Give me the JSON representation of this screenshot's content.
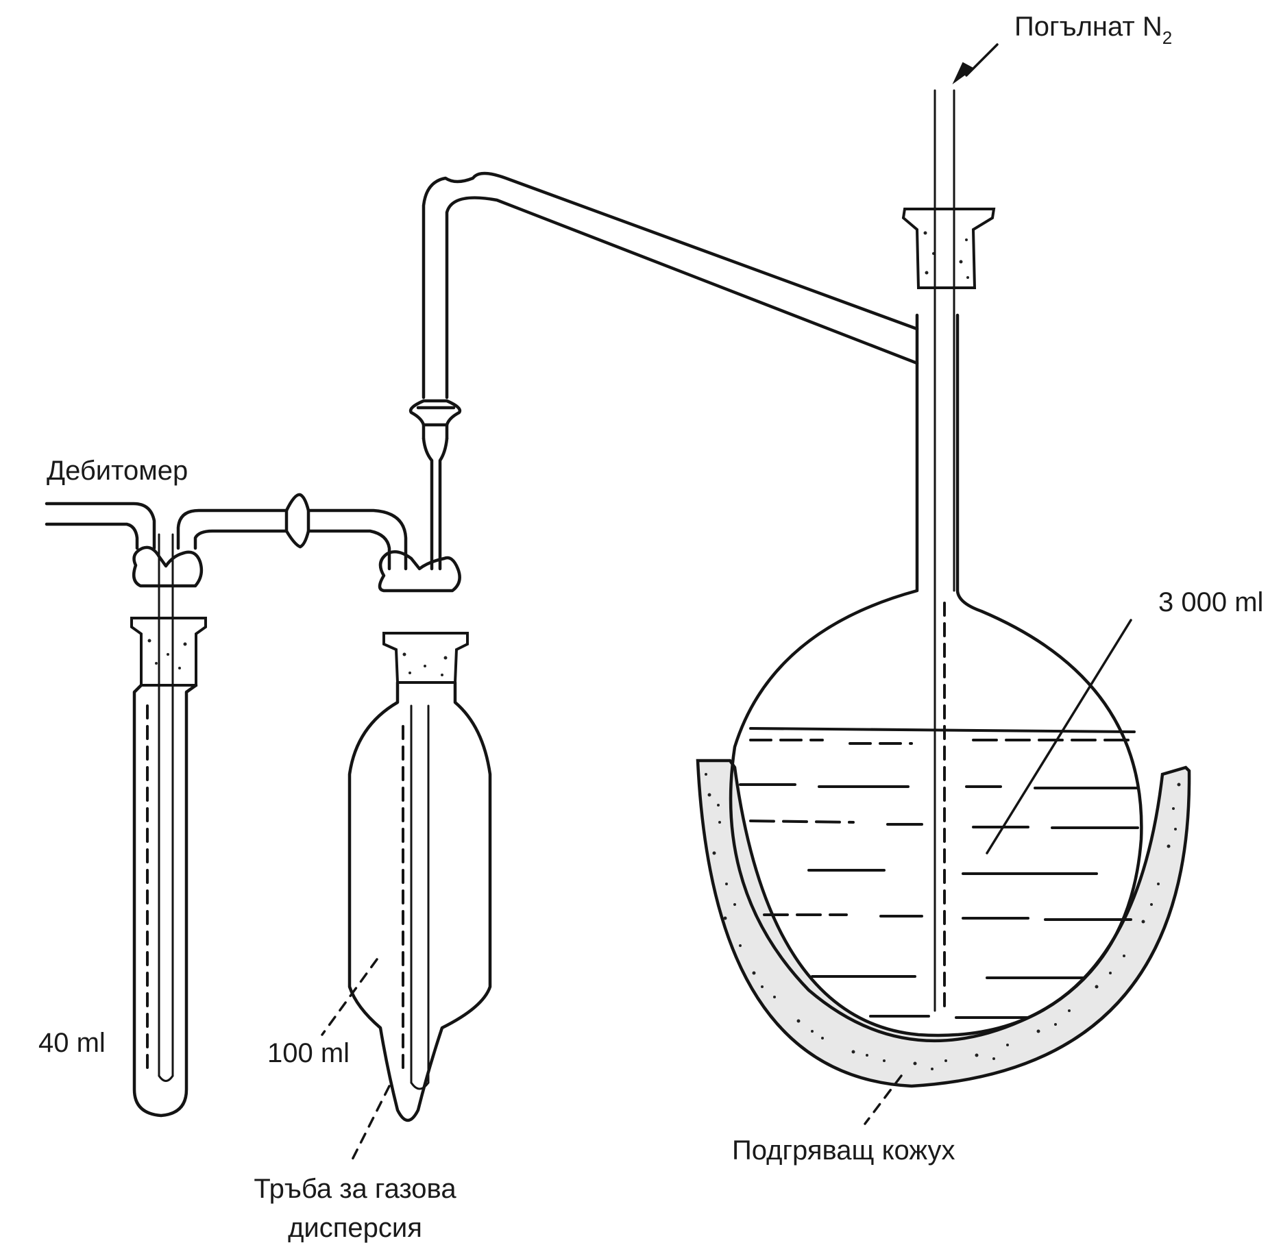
{
  "labels": {
    "absorbed_n2": "Погълнат N",
    "absorbed_n2_sub": "2",
    "flowmeter": "Дебитомер",
    "vol_3000": "3 000 ml",
    "vol_40": "40 ml",
    "vol_100": "100 ml",
    "heating_mantle": "Подгряващ кожух",
    "gas_dispersion_line1": "Тръба за газова",
    "gas_dispersion_line2": "дисперсия"
  }
}
